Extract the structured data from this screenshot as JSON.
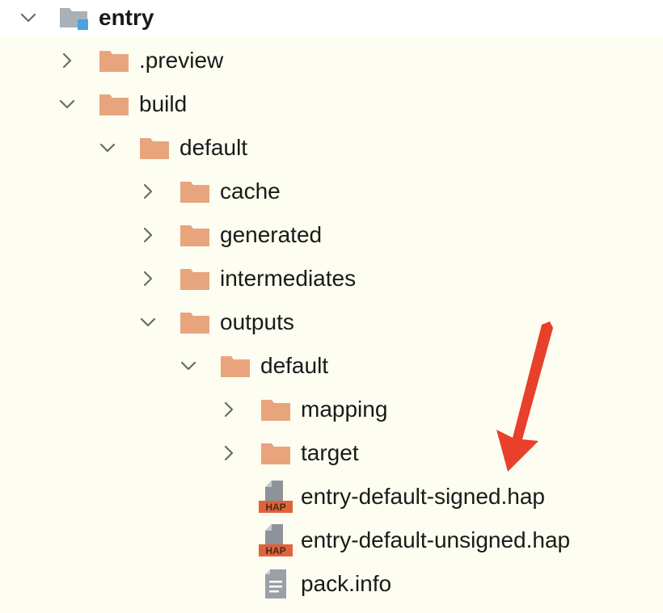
{
  "colors": {
    "background": "#fdfdf1",
    "root_row_background": "#ffffff",
    "folder": "#e8a57d",
    "arrow": "#e8402a",
    "chevron": "#6b6b6b"
  },
  "tree": {
    "root": {
      "label": "entry",
      "state": "expanded",
      "icon": "module-folder-icon"
    },
    "items": [
      {
        "label": ".preview",
        "state": "collapsed",
        "icon": "folder-icon"
      },
      {
        "label": "build",
        "state": "expanded",
        "icon": "folder-icon"
      },
      {
        "label": "default",
        "state": "expanded",
        "icon": "folder-icon"
      },
      {
        "label": "cache",
        "state": "collapsed",
        "icon": "folder-icon"
      },
      {
        "label": "generated",
        "state": "collapsed",
        "icon": "folder-icon"
      },
      {
        "label": "intermediates",
        "state": "collapsed",
        "icon": "folder-icon"
      },
      {
        "label": "outputs",
        "state": "expanded",
        "icon": "folder-icon"
      },
      {
        "label": "default",
        "state": "expanded",
        "icon": "folder-icon"
      },
      {
        "label": "mapping",
        "state": "collapsed",
        "icon": "folder-icon"
      },
      {
        "label": "target",
        "state": "collapsed",
        "icon": "folder-icon"
      },
      {
        "label": "entry-default-signed.hap",
        "icon": "hap-file-icon",
        "icon_text": "HAP"
      },
      {
        "label": "entry-default-unsigned.hap",
        "icon": "hap-file-icon",
        "icon_text": "HAP"
      },
      {
        "label": "pack.info",
        "icon": "text-file-icon"
      }
    ]
  }
}
